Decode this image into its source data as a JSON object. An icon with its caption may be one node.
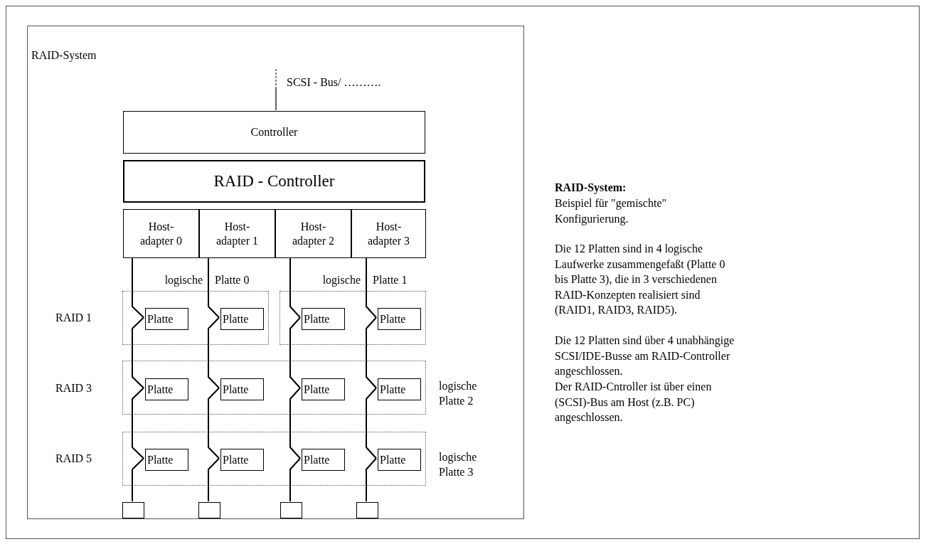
{
  "diagram": {
    "nodes": [
      {
        "text": [
          "RAID-System"
        ]
      },
      {
        "text": [
          "Controller"
        ],
        "in": 0
      },
      {
        "text": [
          "RAID - Controller"
        ],
        "in": 0
      },
      {
        "text": [
          "Host- adapter 0"
        ],
        "in": 0
      },
      {
        "text": [
          "Host- adapter 1"
        ],
        "in": 0
      },
      {
        "text": [
          "Host- adapter 2"
        ],
        "in": 0
      },
      {
        "text": [
          "Host- adapter 3"
        ],
        "in": 0
      },
      {
        "text": [
          "logische",
          "Platte 0"
        ],
        "in": 0
      },
      {
        "text": [
          "logische",
          "Platte 1"
        ],
        "in": 0
      },
      {
        "text": [
          "logische Platte 2"
        ],
        "in": 0
      },
      {
        "text": [
          "logische Platte 3"
        ],
        "in": 0
      },
      {
        "text": [
          "Platte"
        ],
        "in": 7
      },
      {
        "text": [
          "Platte"
        ],
        "in": 7
      },
      {
        "text": [
          "Platte"
        ],
        "in": 8
      },
      {
        "text": [
          "Platte"
        ],
        "in": 8
      },
      {
        "text": [
          "Platte"
        ],
        "in": 9
      },
      {
        "text": [
          "Platte"
        ],
        "in": 9
      },
      {
        "text": [
          "Platte"
        ],
        "in": 9
      },
      {
        "text": [
          "Platte"
        ],
        "in": 9
      },
      {
        "text": [
          "Platte"
        ],
        "in": 10
      },
      {
        "text": [
          "Platte"
        ],
        "in": 10
      },
      {
        "text": [
          "Platte"
        ],
        "in": 10
      },
      {
        "text": [
          "Platte"
        ],
        "in": 10
      },
      {
        "text": [],
        "shape": "box",
        "in": 0
      },
      {
        "text": [],
        "shape": "box",
        "in": 0
      },
      {
        "text": [],
        "shape": "box",
        "in": 0
      },
      {
        "text": [],
        "shape": "box",
        "in": 0
      }
    ],
    "edges": [
      {
        "from": null,
        "to": 1,
        "arrow": "none",
        "label": "SCSI - Bus/ ………."
      },
      {
        "from": 3,
        "to": 11,
        "arrow": "none"
      },
      {
        "from": 11,
        "to": 15,
        "arrow": "none"
      },
      {
        "from": 15,
        "to": 19,
        "arrow": "none"
      },
      {
        "from": 19,
        "to": 23,
        "arrow": "none"
      },
      {
        "from": 4,
        "to": 12,
        "arrow": "none"
      },
      {
        "from": 12,
        "to": 16,
        "arrow": "none"
      },
      {
        "from": 16,
        "to": 20,
        "arrow": "none"
      },
      {
        "from": 20,
        "to": 24,
        "arrow": "none"
      },
      {
        "from": 5,
        "to": 13,
        "arrow": "none"
      },
      {
        "from": 13,
        "to": 17,
        "arrow": "none"
      },
      {
        "from": 17,
        "to": 21,
        "arrow": "none"
      },
      {
        "from": 21,
        "to": 25,
        "arrow": "none"
      },
      {
        "from": 6,
        "to": 14,
        "arrow": "none"
      },
      {
        "from": 14,
        "to": 18,
        "arrow": "none"
      },
      {
        "from": 18,
        "to": 22,
        "arrow": "none"
      },
      {
        "from": 22,
        "to": 26,
        "arrow": "none"
      }
    ],
    "labels": [
      "RAID 1",
      "RAID 3",
      "RAID 5",
      "RAID-System:",
      "Beispiel für \"gemischte\" Konfigurierung.",
      "Die 12 Platten sind in 4 logische Laufwerke zusammengefaßt (Platte 0 bis Platte 3), die in 3 verschiedenen RAID-Konzepten realisiert sind (RAID1, RAID3, RAID5).",
      "Die 12 Platten sind über 4 unabhängige SCSI/IDE-Busse am RAID-Controller angeschlossen.",
      "Der RAID-Cntroller ist über einen (SCSI)-Bus am Host (z.B. PC) angeschlossen."
    ]
  }
}
